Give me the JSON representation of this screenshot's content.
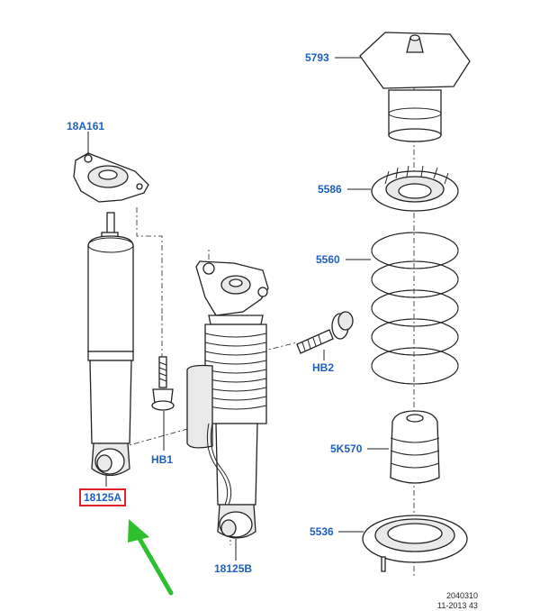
{
  "labels": {
    "p5793": "5793",
    "p5586": "5586",
    "p5560": "5560",
    "pHB2": "HB2",
    "p5K570": "5K570",
    "p5536": "5536",
    "p18A161": "18A161",
    "pHB1": "HB1",
    "p18125A": "18125A",
    "p18125B": "18125B"
  },
  "reference": {
    "code": "2040310",
    "date": "11-2013 43"
  },
  "colors": {
    "label_blue": "#1f5fbf",
    "highlight_red": "#e0202a",
    "arrow_green": "#2ec02e",
    "line": "#222222"
  }
}
